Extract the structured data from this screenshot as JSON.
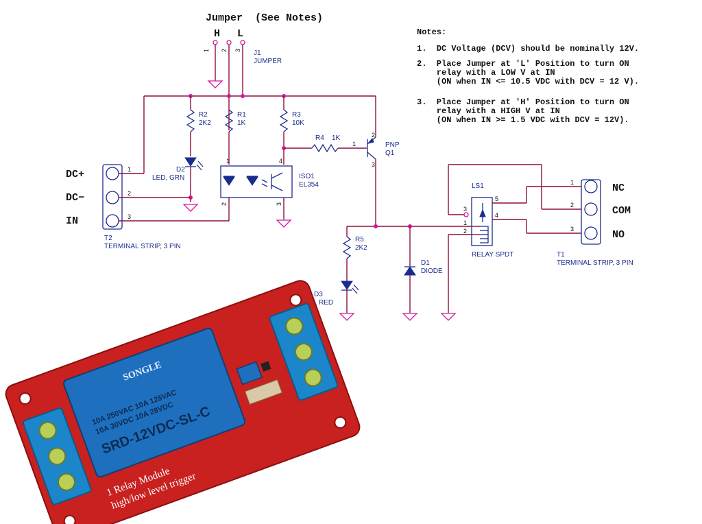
{
  "title": {
    "jumper": "Jumper  (See Notes)"
  },
  "jumper": {
    "h_label": "H",
    "l_label": "L"
  },
  "notes": {
    "heading": "Notes:",
    "lines": [
      "1.  DC Voltage (DCV) should be nominally 12V.",
      "2.  Place Jumper at 'L' Position to turn ON",
      "    relay with a LOW V at IN",
      "    (ON when IN <= 10.5 VDC with DCV = 12 V).",
      "3.  Place Jumper at 'H' Position to turn ON",
      "    relay with a HIGH V at IN",
      "    (ON when IN >= 1.5 VDC with DCV = 12V)."
    ]
  },
  "pins": {
    "p1": "1",
    "p2": "2",
    "p3": "3",
    "p4": "4",
    "p5": "5"
  },
  "parts": {
    "j1": {
      "ref": "J1",
      "value": "JUMPER"
    },
    "r1": {
      "ref": "R1",
      "value": "1K"
    },
    "r2": {
      "ref": "R2",
      "value": "2K2"
    },
    "r3": {
      "ref": "R3",
      "value": "10K"
    },
    "r4": {
      "ref": "R4",
      "value": "1K"
    },
    "r5": {
      "ref": "R5",
      "value": "2K2"
    },
    "d1": {
      "ref": "D1",
      "value": "DIODE"
    },
    "d2": {
      "ref": "D2",
      "value": "LED, GRN"
    },
    "d3": {
      "ref": "D3",
      "value": "LED, RED"
    },
    "q1": {
      "ref": "Q1",
      "type": "PNP"
    },
    "iso1": {
      "ref": "ISO1",
      "value": "EL354"
    },
    "ls1": {
      "ref": "LS1",
      "value": "RELAY SPDT"
    },
    "t1": {
      "ref": "T1",
      "value": "TERMINAL STRIP, 3 PIN"
    },
    "t2": {
      "ref": "T2",
      "value": "TERMINAL STRIP, 3 PIN"
    }
  },
  "t2": {
    "pins": [
      "DC+",
      "DC−",
      "IN"
    ]
  },
  "t1": {
    "pins": [
      "NC",
      "COM",
      "NO"
    ]
  },
  "photo": {
    "brand": "SONGLE",
    "model": "SRD-12VDC-SL-C",
    "rating1": "10A 250VAC  10A 125VAC",
    "rating2": "10A 30VDC   10A 28VDC",
    "board1": "1 Relay  Module",
    "board2": "high/low level trigger"
  }
}
